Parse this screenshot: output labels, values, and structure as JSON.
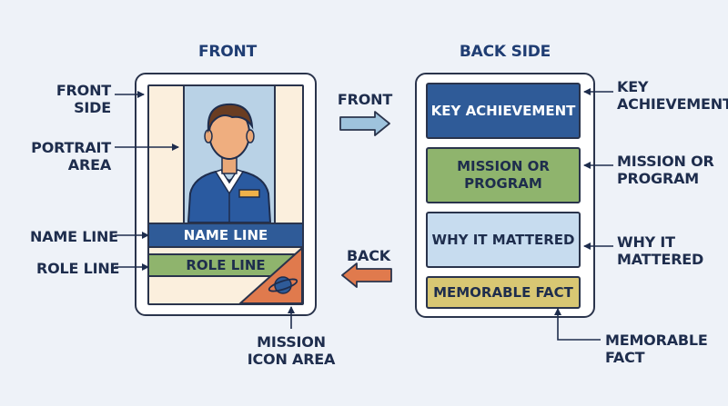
{
  "titles": {
    "front": "FRONT",
    "back": "BACK SIDE"
  },
  "front_labels": {
    "front_side": [
      "FRONT",
      "SIDE"
    ],
    "portrait_area": [
      "PORTRAIT",
      "AREA"
    ],
    "name_line": "NAME LINE",
    "role_line": "ROLE LINE",
    "mission_icon_area": [
      "MISSION",
      "ICON AREA"
    ]
  },
  "front_card": {
    "name_band": "NAME LINE",
    "role_band": "ROLE LINE"
  },
  "flip": {
    "to_back": "FRONT",
    "to_front": "BACK"
  },
  "back_card": {
    "key_achievement": "KEY ACHIEVEMENT",
    "mission_program": "MISSION OR PROGRAM",
    "why_mattered": "WHY IT MATTERED",
    "memorable_fact": "MEMORABLE FACT"
  },
  "back_labels": {
    "key_achievement": [
      "KEY",
      "ACHIEVEMENT"
    ],
    "mission_program": [
      "MISSION OR",
      "PROGRAM"
    ],
    "why_mattered": [
      "WHY IT",
      "MATTERED"
    ],
    "memorable_fact": [
      "MEMORABLE",
      "FACT"
    ]
  },
  "colors": {
    "navy": "#2f5b98",
    "green": "#8fb46d",
    "light_blue": "#c7dcef",
    "gold": "#d8c773",
    "orange": "#e07a4d",
    "cream": "#fbefdd"
  },
  "icons": [
    "person-portrait-icon",
    "planet-icon",
    "arrow-right-icon",
    "arrow-left-icon"
  ]
}
